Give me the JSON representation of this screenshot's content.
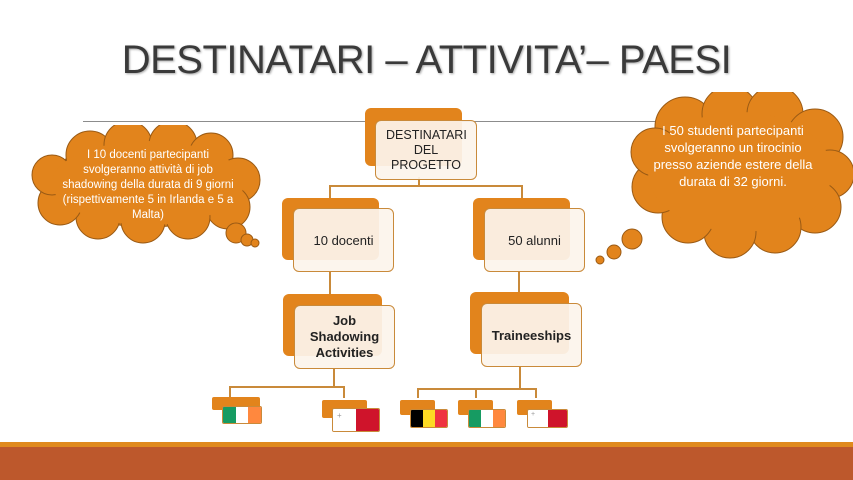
{
  "slide": {
    "title": "DESTINATARI – ATTIVITA’– PAESI"
  },
  "colors": {
    "accent_orange": "#e2841c",
    "node_fill": "#fcf4ec",
    "node_border": "#c98a3a",
    "footer": "#bd582c",
    "footer_stripe": "#e08a1e"
  },
  "diagram": {
    "root": {
      "label": "DESTINATARI DEL PROGETTO"
    },
    "level1": [
      {
        "label": "10 docenti"
      },
      {
        "label": "50 alunni"
      }
    ],
    "level2": [
      {
        "label": "Job Shadowing Activities"
      },
      {
        "label": "Traineeships"
      }
    ],
    "flags_left": [
      {
        "country": "Irlanda",
        "icon": "ireland-flag-icon"
      },
      {
        "country": "Malta",
        "icon": "malta-flag-icon"
      }
    ],
    "flags_right": [
      {
        "country": "Belgio",
        "icon": "belgium-flag-icon"
      },
      {
        "country": "Irlanda",
        "icon": "ireland-flag-icon"
      },
      {
        "country": "Malta",
        "icon": "malta-flag-icon"
      }
    ]
  },
  "callouts": {
    "left": "I 10 docenti partecipanti svolgeranno attività di job shadowing della durata di 9 giorni (rispettivamente 5 in Irlanda e 5 a Malta)",
    "right": "I 50 studenti partecipanti svolgeranno un tirocinio presso aziende estere della durata di 32 giorni."
  }
}
